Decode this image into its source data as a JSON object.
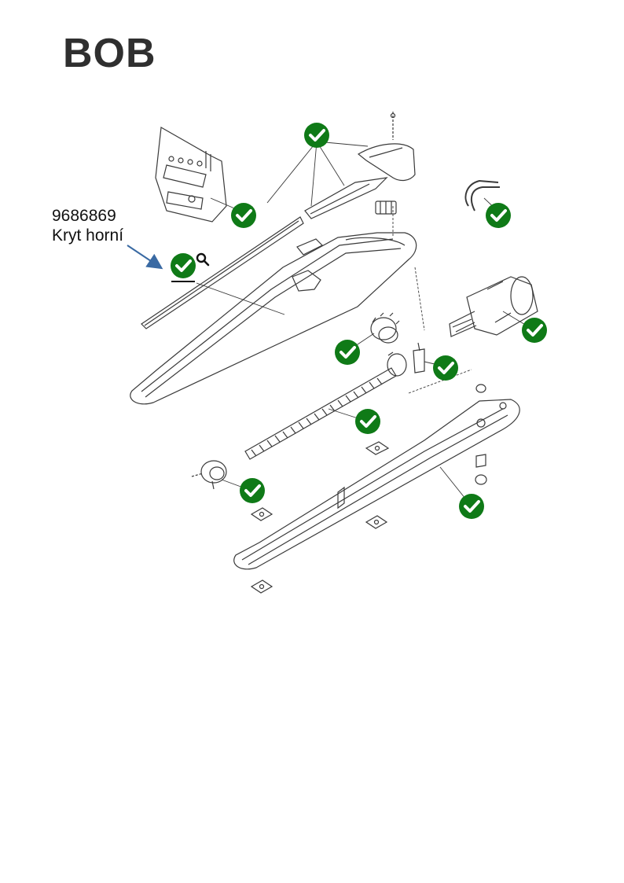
{
  "page": {
    "title": "BOB"
  },
  "callout": {
    "part_number": "9686869",
    "part_name": "Kryt horní"
  },
  "icons": {
    "available": "check-circle-icon",
    "zoom": "magnifier-icon"
  },
  "colors": {
    "check": "#0f7a17",
    "check_mark": "#ffffff",
    "arrow": "#3a6aa3",
    "line_art": "#3a3a3a",
    "title": "#2f2f2f"
  }
}
